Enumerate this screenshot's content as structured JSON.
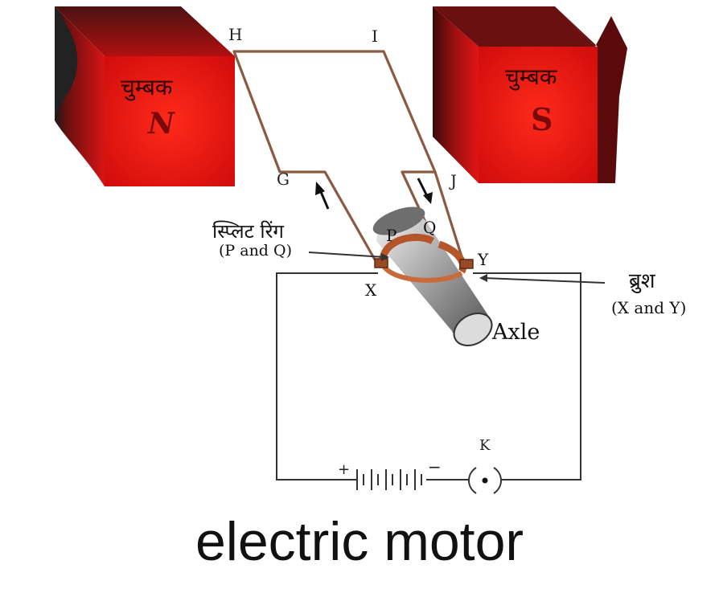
{
  "magnets": {
    "north": {
      "word": "चुम्बक",
      "pole": "N"
    },
    "south": {
      "word": "चुम्बक",
      "pole": "S"
    }
  },
  "coil": {
    "H": "H",
    "I": "I",
    "G": "G",
    "J": "J"
  },
  "split_ring": {
    "label": "स्प्लिट  रिंग",
    "sub": "(P and Q)",
    "P": "P",
    "Q": "Q"
  },
  "brushes": {
    "label": "ब्रुश",
    "sub": "(X and Y)",
    "X": "X",
    "Y": "Y"
  },
  "axle": "Axle",
  "switch": {
    "label": "K"
  },
  "battery": {
    "plus": "+",
    "minus": "−"
  },
  "caption": "electric motor",
  "colors": {
    "magnet": "#e01010",
    "magnet_dark": "#2a0a0a",
    "wire": "#8a5a42",
    "ring": "#b5552a"
  }
}
